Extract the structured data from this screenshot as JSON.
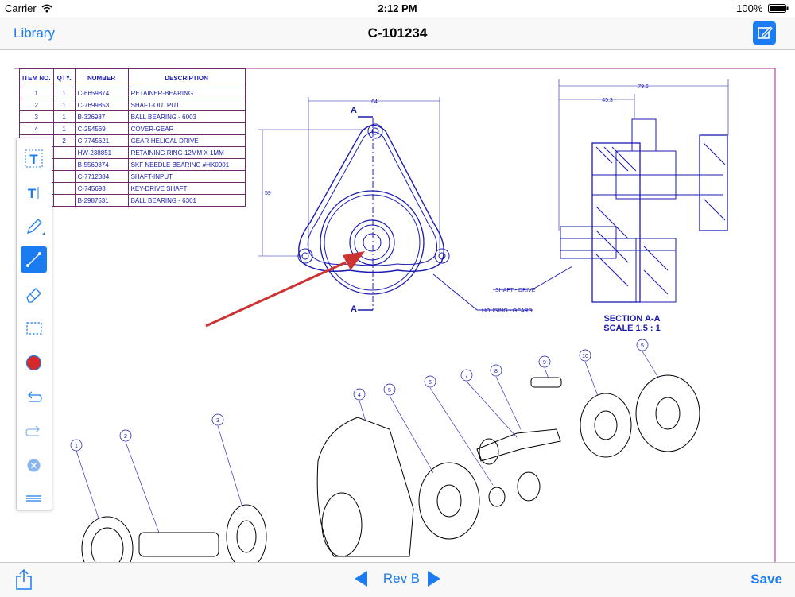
{
  "status": {
    "carrier": "Carrier",
    "time": "2:12 PM",
    "battery": "100%"
  },
  "nav": {
    "back_label": "Library",
    "title": "C-101234",
    "edit_icon": "pencil-square-icon"
  },
  "bom": {
    "headers": [
      "ITEM NO.",
      "QTY.",
      "NUMBER",
      "DESCRIPTION"
    ],
    "rows": [
      {
        "item": "1",
        "qty": "1",
        "number": "C-6659874",
        "desc": "RETAINER-BEARING"
      },
      {
        "item": "2",
        "qty": "1",
        "number": "C-7699853",
        "desc": "SHAFT-OUTPUT"
      },
      {
        "item": "3",
        "qty": "1",
        "number": "B-326987",
        "desc": "BALL BEARING - 6003"
      },
      {
        "item": "4",
        "qty": "1",
        "number": "C-254569",
        "desc": "COVER-GEAR"
      },
      {
        "item": "",
        "qty": "2",
        "number": "C-7745621",
        "desc": "GEAR-HELICAL DRIVE"
      },
      {
        "item": "",
        "qty": "",
        "number": "HW-238851",
        "desc": "RETAINING RING 12MM  X 1MM"
      },
      {
        "item": "",
        "qty": "",
        "number": "B-5569874",
        "desc": "SKF NEEDLE BEARING #HK0901"
      },
      {
        "item": "",
        "qty": "",
        "number": "C-7712384",
        "desc": "SHAFT-INPUT"
      },
      {
        "item": "",
        "qty": "",
        "number": "C-745693",
        "desc": "KEY-DRIVE SHAFT"
      },
      {
        "item": "",
        "qty": "",
        "number": "B-2987531",
        "desc": "BALL BEARING - 6301"
      }
    ]
  },
  "drawing": {
    "dim_64": "64",
    "dim_59": "59",
    "dim_79_6": "79.6",
    "dim_45_3": "45.3",
    "section_letter": "A",
    "callout_shaft": "SHAFT - DRIVE",
    "callout_housing": "HOUSING - GEARS",
    "section_title": "SECTION A-A",
    "section_scale": "SCALE 1.5 : 1",
    "balloons": [
      "1",
      "2",
      "3",
      "4",
      "5",
      "6",
      "7",
      "8",
      "9",
      "10",
      "5"
    ],
    "annotation_color": "#cc3333"
  },
  "tools": {
    "items": [
      "text-box-icon",
      "text-icon",
      "pencil-icon",
      "line-icon",
      "eraser-icon",
      "selection-rect-icon",
      "color-swatch-icon",
      "undo-icon",
      "redo-icon",
      "clear-icon",
      "menu-lines-icon"
    ],
    "active": "line-icon",
    "color": "#d42a2a"
  },
  "bottom": {
    "revision": "Rev B",
    "save_label": "Save",
    "share_icon": "share-icon"
  },
  "colors": {
    "accent": "#1b7cf2",
    "drawing_lines": "#1a1ab0",
    "border": "#9a2a8a"
  }
}
